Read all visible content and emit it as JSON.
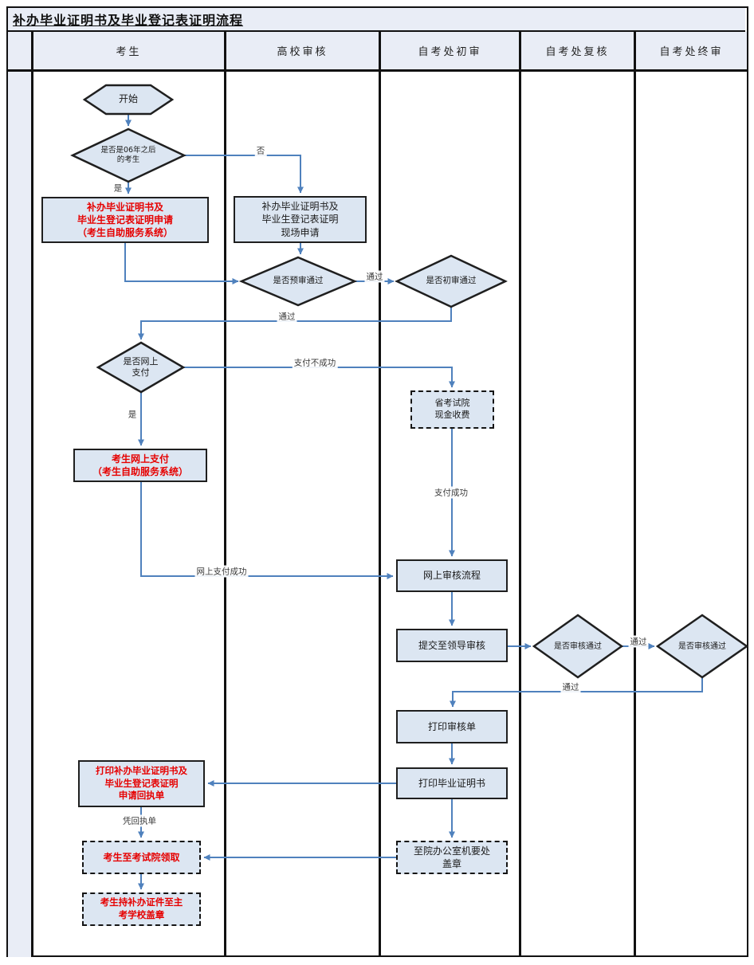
{
  "title": "补办毕业证明书及毕业登记表证明流程",
  "lanes": [
    {
      "label": "考生"
    },
    {
      "label": "高校审核"
    },
    {
      "label": "自考处初审"
    },
    {
      "label": "自考处复核"
    },
    {
      "label": "自考处终审"
    }
  ],
  "nodes": {
    "start": {
      "label": "开始",
      "type": "hexagon"
    },
    "cond_2006": {
      "label": "是否是06年之后\n的考生",
      "type": "diamond"
    },
    "apply_online": {
      "label": "补办毕业证明书及\n毕业生登记表证明申请\n（考生自助服务系统）",
      "type": "process",
      "emphasis": "red"
    },
    "apply_onsite": {
      "label": "补办毕业证明书及\n毕业生登记表证明\n现场申请",
      "type": "process"
    },
    "cond_pre": {
      "label": "是否预审通过",
      "type": "diamond"
    },
    "cond_first": {
      "label": "是否初审通过",
      "type": "diamond"
    },
    "cond_pay": {
      "label": "是否网上\n支付",
      "type": "diamond"
    },
    "cash_charge": {
      "label": "省考试院\n现金收费",
      "type": "process-dashed"
    },
    "pay_online": {
      "label": "考生网上支付\n（考生自助服务系统）",
      "type": "process",
      "emphasis": "red"
    },
    "online_review": {
      "label": "网上审核流程",
      "type": "process"
    },
    "submit_leader": {
      "label": "提交至领导审核",
      "type": "process"
    },
    "cond_review": {
      "label": "是否审核通过",
      "type": "diamond"
    },
    "cond_final": {
      "label": "是否审核通过",
      "type": "diamond"
    },
    "print_review": {
      "label": "打印审核单",
      "type": "process"
    },
    "print_cert": {
      "label": "打印毕业证明书",
      "type": "process"
    },
    "print_receipt": {
      "label": "打印补办毕业证明书及\n毕业生登记表证明\n申请回执单",
      "type": "process",
      "emphasis": "red"
    },
    "collect": {
      "label": "考生至考试院领取",
      "type": "process-dashed",
      "emphasis": "red"
    },
    "stamp_school": {
      "label": "考生持补办证件至主\n考学校盖章",
      "type": "process-dashed",
      "emphasis": "red"
    },
    "stamp_office": {
      "label": "至院办公室机要处\n盖章",
      "type": "process-dashed"
    }
  },
  "edge_labels": {
    "no": "否",
    "yes_2006": "是",
    "pass_pre": "通过",
    "pass_first": "通过",
    "pay_fail": "支付不成功",
    "yes_pay": "是",
    "pay_success": "支付成功",
    "online_pay_success": "网上支付成功",
    "pass_review": "通过",
    "pass_final": "通过",
    "with_receipt": "凭回执单"
  },
  "colors": {
    "node_fill": "#dce6f2",
    "node_border": "#1f1f1f",
    "edge_blue": "#4f81bd",
    "red_text": "#e60000",
    "header_bg": "#e9edf6",
    "frame": "#111111"
  }
}
